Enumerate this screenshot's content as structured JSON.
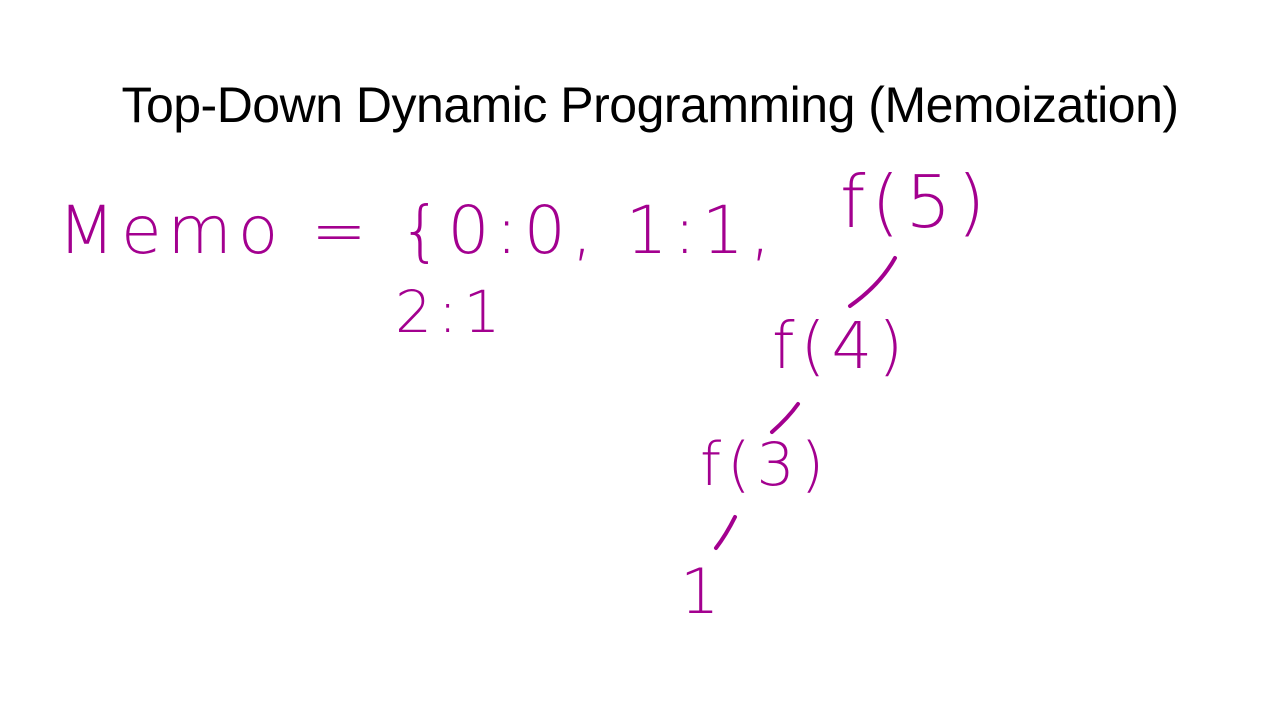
{
  "slide": {
    "title": "Top-Down Dynamic Programming (Memoization)",
    "ink_color": "#a3008f",
    "memo": {
      "line1": "Memo = {0:0, 1:1,",
      "line2": "2:1"
    },
    "tree": {
      "nodes": [
        "f(5)",
        "f(4)",
        "f(3)",
        "1"
      ]
    }
  }
}
